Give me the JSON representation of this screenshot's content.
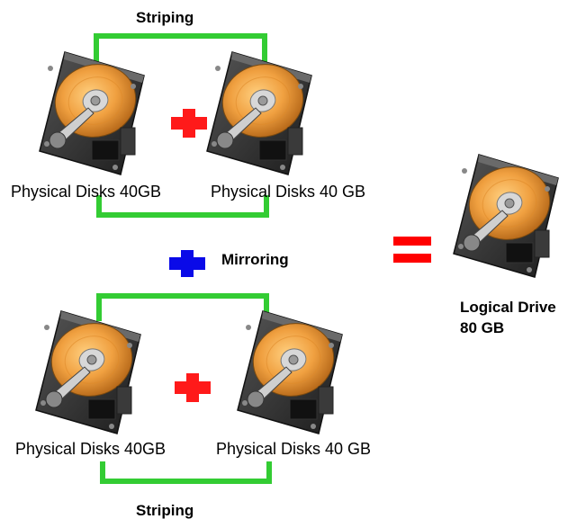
{
  "labels": {
    "striping_top": "Striping",
    "striping_bottom": "Striping",
    "mirroring": "Mirroring",
    "disk_top_left": "Physical Disks 40GB",
    "disk_top_right": "Physical Disks 40 GB",
    "disk_bottom_left": "Physical Disks 40GB",
    "disk_bottom_right": "Physical Disks 40 GB",
    "logical_drive_line1": "Logical Drive",
    "logical_drive_line2": "80 GB"
  },
  "colors": {
    "bracket": "#33cc33",
    "plus_red": "#ff1a1a",
    "plus_blue": "#0a0ae8",
    "equals": "#ff0000",
    "platter": "#f0a040",
    "disk_body": "#2a2a2a"
  },
  "icons": {
    "disk": "hard-disk-icon",
    "plus_red": "red-plus-icon",
    "plus_blue": "blue-plus-icon",
    "equals": "equals-icon"
  }
}
